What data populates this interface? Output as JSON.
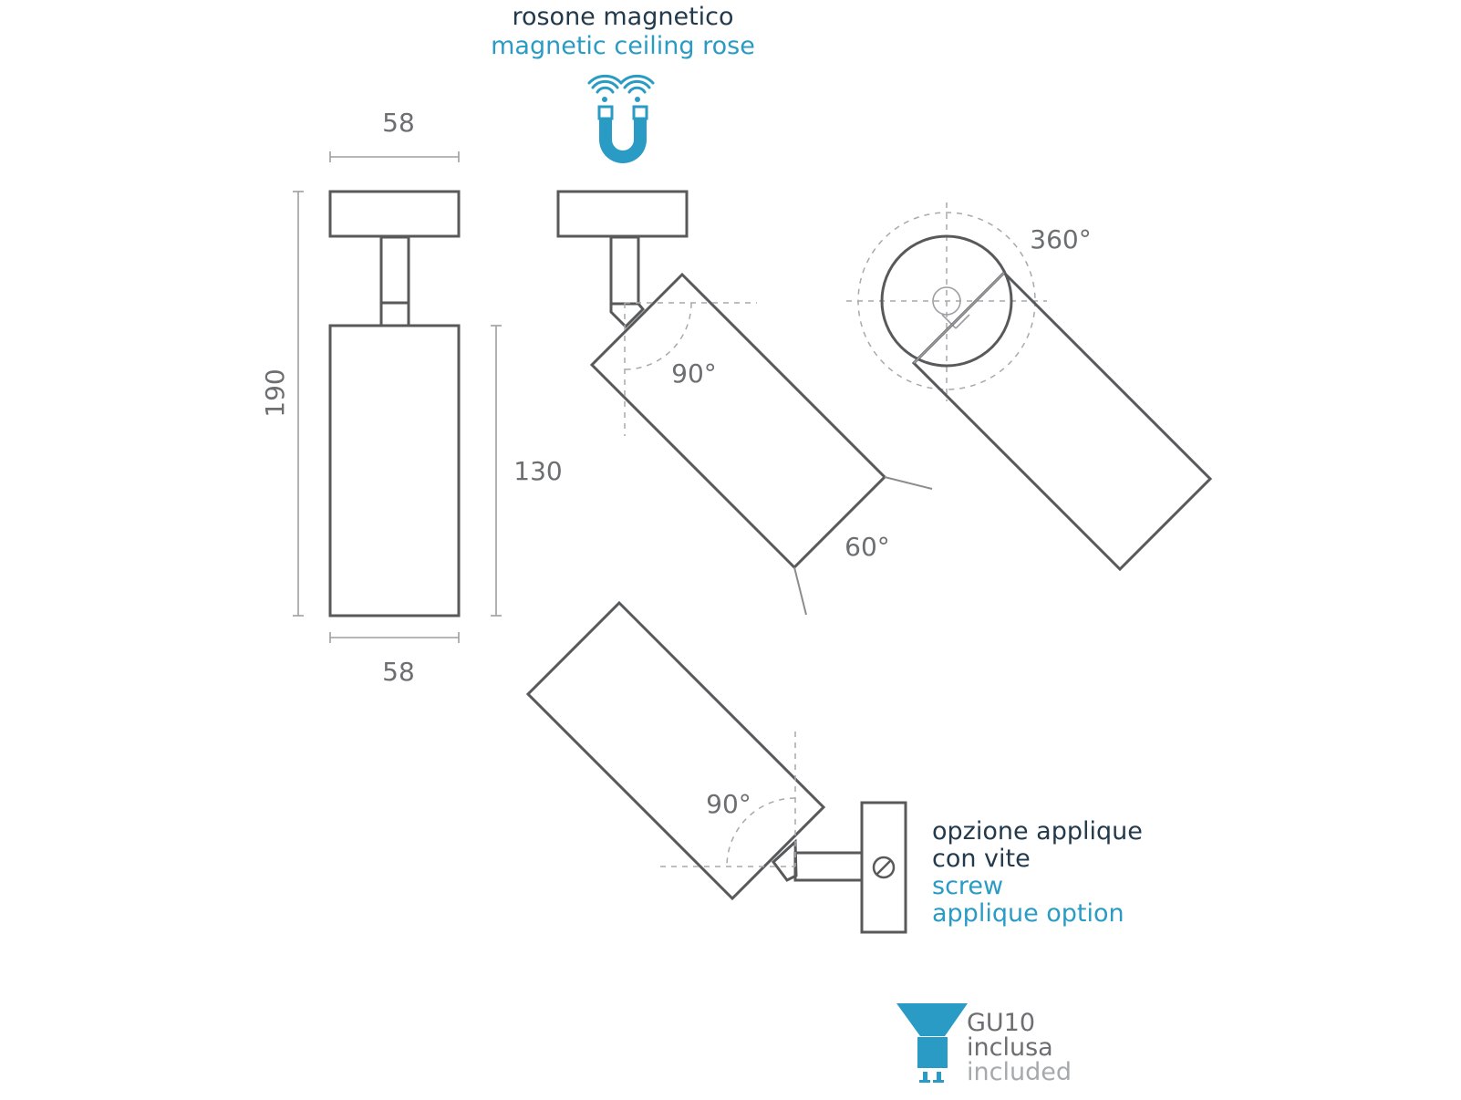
{
  "header": {
    "title_it": "rosone magnetico",
    "title_en": "magnetic ceiling rose",
    "magnet_icon": "magnet-icon"
  },
  "front_view": {
    "top_width": "58",
    "bottom_width": "58",
    "total_height": "190",
    "body_height": "130"
  },
  "angles": {
    "tilt_ceiling": "90°",
    "beam": "60°",
    "rotation": "360°",
    "tilt_wall": "90°"
  },
  "applique": {
    "line1_it": "opzione applique",
    "line2_it": "con vite",
    "line1_en": "screw",
    "line2_en": "applique option",
    "screw_icon": "screw-icon"
  },
  "bulb": {
    "icon": "gu10-bulb-icon",
    "type": "GU10",
    "included_it": "inclusa",
    "included_en": "included"
  },
  "colors": {
    "accent_blue": "#2a9bc4",
    "dark_text": "#233a4c",
    "line_grey": "#58595b"
  }
}
